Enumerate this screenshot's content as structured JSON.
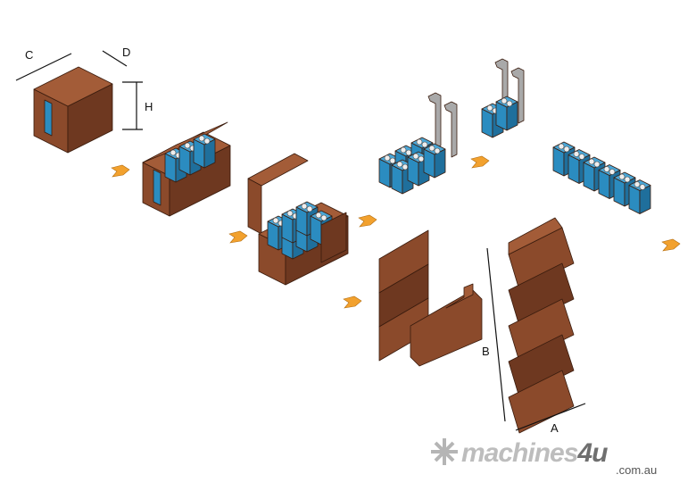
{
  "labels": {
    "c": "C",
    "d": "D",
    "h": "H",
    "b": "B",
    "a": "A"
  },
  "watermark": {
    "brand_main": "machines",
    "brand_accent": "4u",
    "domain": ".com.au",
    "logo": "snowflake-logo-icon"
  },
  "colors": {
    "carton": "#8b4a2b",
    "carton_dark": "#6e3820",
    "carton_light": "#a35c38",
    "battery": "#2b8cc0",
    "battery_dark": "#1f6f9c",
    "fork": "#a9a9a9",
    "arrow": "#f2a12e"
  }
}
